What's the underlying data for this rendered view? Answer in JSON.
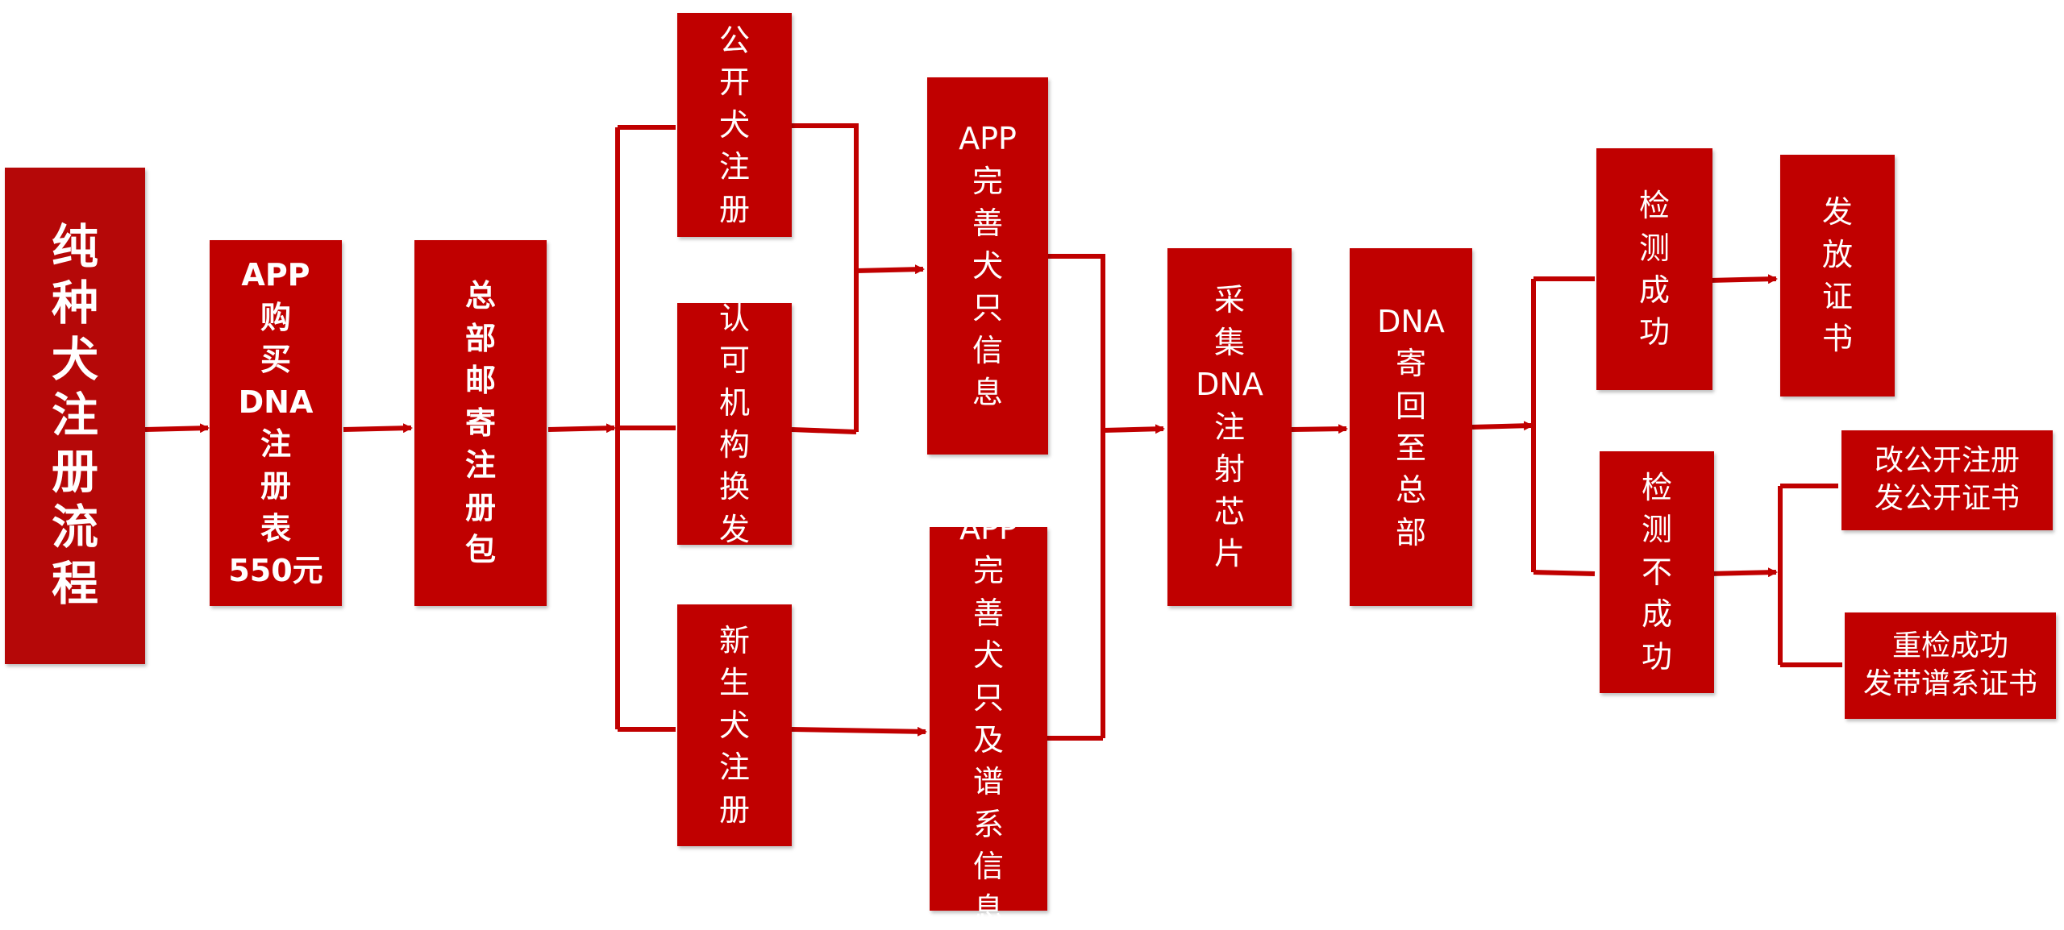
{
  "colors": {
    "box": "#c00000",
    "title_box": "#b50808",
    "line": "#c00000",
    "text": "#ffffff"
  },
  "steps": {
    "title": "纯\n种\n犬\n注\n册\n流\n程",
    "buy": "APP\n购\n买\nDNA\n注\n册\n表\n550元",
    "mail": "总\n部\n邮\n寄\n注\n册\n包",
    "public_reg": "公\n开\n犬\n注\n册",
    "org_exchange": "认\n可\n机\n构\n换\n发",
    "newborn_reg": "新\n生\n犬\n注\n册",
    "app_info": "APP\n完\n善\n犬\n只\n信\n息",
    "app_pedigree": "APP\n完\n善\n犬\n只\n及\n谱\n系\n信\n息",
    "collect": "采\n集\nDNA\n注\n射\n芯\n片",
    "send_back": "DNA\n寄\n回\n至\n总\n部",
    "success": "检\n测\n成\n功",
    "fail": "检\n测\n不\n成\n功",
    "issue": "发\n放\n证\n书",
    "public_cert": "改公开注册\n发公开证书",
    "retest": "重检成功\n发带谱系证书"
  }
}
